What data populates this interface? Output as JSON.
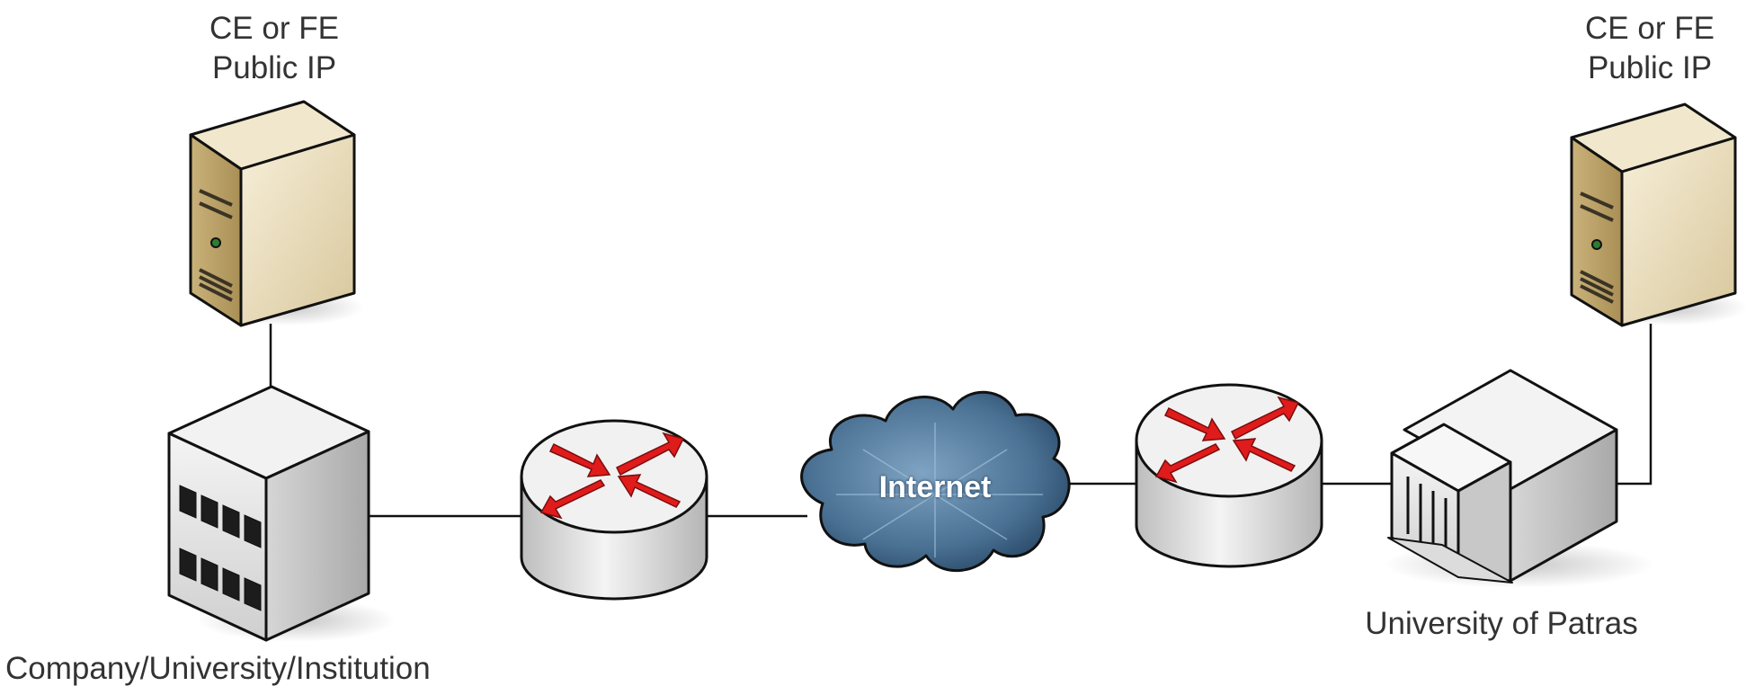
{
  "nodes": {
    "left_server": {
      "label_line1": "CE or FE",
      "label_line2": "Public IP",
      "icon": "server-tower-icon"
    },
    "right_server": {
      "label_line1": "CE or FE",
      "label_line2": "Public IP",
      "icon": "server-tower-icon"
    },
    "left_building": {
      "label": "Company/University/Institution",
      "icon": "office-building-icon"
    },
    "right_building": {
      "label": "University of Patras",
      "icon": "university-building-icon"
    },
    "left_router": {
      "icon": "router-icon"
    },
    "right_router": {
      "icon": "router-icon"
    },
    "cloud": {
      "label": "Internet",
      "icon": "internet-cloud-icon"
    }
  },
  "colors": {
    "line": "#111111",
    "server_body": "#e9dcbc",
    "router_body": "#e6e6e6",
    "router_arrow": "#e01b1b",
    "cloud": "#4f7798",
    "building": "#e2e2e2",
    "text": "#333333"
  }
}
